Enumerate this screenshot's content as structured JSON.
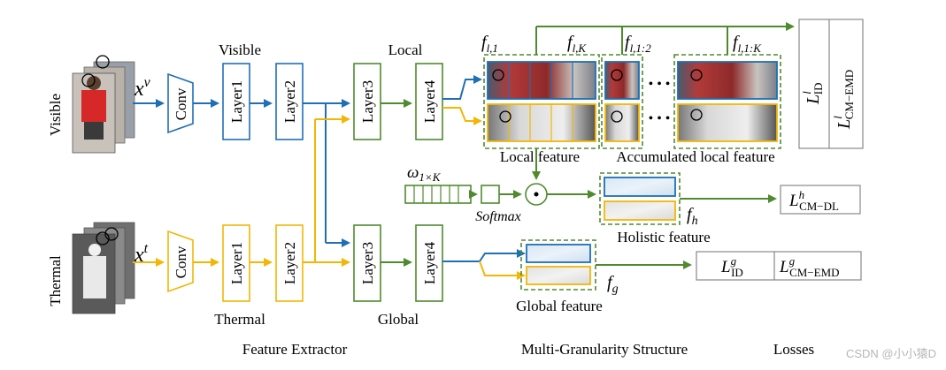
{
  "modalities": {
    "visible": "Visible",
    "thermal": "Thermal"
  },
  "inputs": {
    "visible_symbol": "x",
    "visible_sup": "v",
    "thermal_symbol": "x",
    "thermal_sup": "t"
  },
  "blocks": {
    "conv": "Conv",
    "layer1": "Layer1",
    "layer2": "Layer2",
    "layer3": "Layer3",
    "layer4": "Layer4"
  },
  "branch_labels": {
    "visible": "Visible",
    "thermal": "Thermal",
    "local": "Local",
    "global": "Global"
  },
  "features": {
    "f_l1_base": "f",
    "f_l1_sub": "l,1",
    "f_lK_base": "f",
    "f_lK_sub": "l,K",
    "f_l12_base": "f",
    "f_l12_sub": "l,1:2",
    "f_l1K_base": "f",
    "f_l1K_sub": "l,1:K",
    "f_h_base": "f",
    "f_h_sub": "h",
    "f_g_base": "f",
    "f_g_sub": "g",
    "omega_base": "ω",
    "omega_sub": "1×K",
    "softmax": "Softmax",
    "dot": "⊙",
    "ellipsis": "• • •"
  },
  "feature_captions": {
    "local": "Local  feature",
    "accumulated": "Accumulated local feature",
    "holistic": "Holistic feature",
    "global": "Global feature"
  },
  "losses": {
    "local_id_base": "L",
    "local_id_sup": "l",
    "local_id_sub": "ID",
    "local_emd_base": "L",
    "local_emd_sup": "l",
    "local_emd_sub": "CM−EMD",
    "dl_base": "L",
    "dl_sup": "h",
    "dl_sub": "CM−DL",
    "global_id_base": "L",
    "global_id_sup": "g",
    "global_id_sub": "ID",
    "global_emd_base": "L",
    "global_emd_sup": "g",
    "global_emd_sub": "CM−EMD"
  },
  "section_titles": {
    "extractor": "Feature Extractor",
    "multi": "Multi-Granularity Structure",
    "losses": "Losses"
  },
  "watermark": "CSDN @小小猿D",
  "colors": {
    "visible_blue": "#1f6fb5",
    "thermal_yellow": "#f2b705",
    "green": "#4f8a2f"
  }
}
